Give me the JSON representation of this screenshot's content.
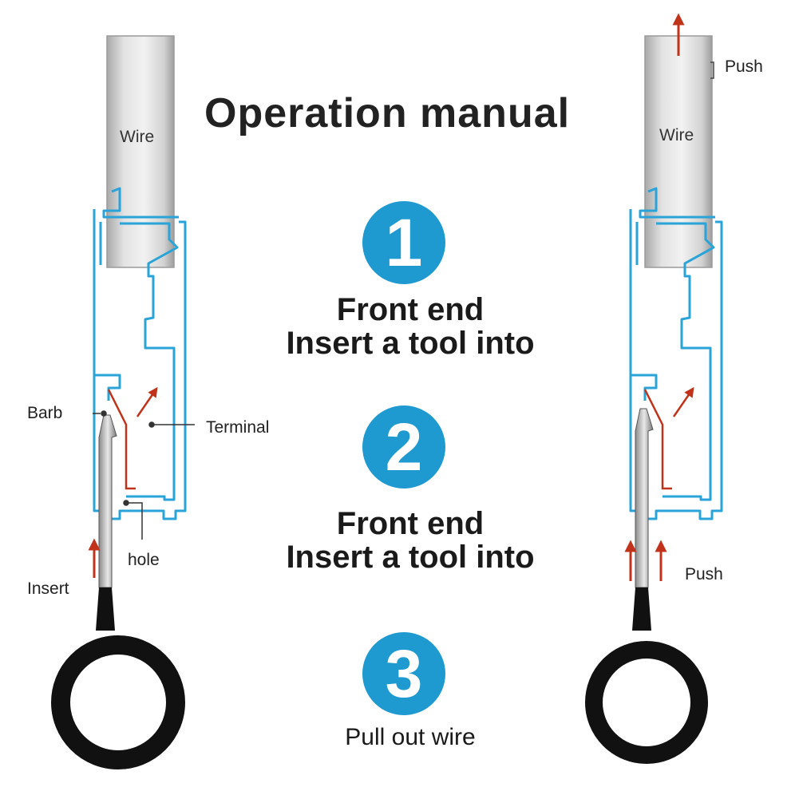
{
  "title": "Operation manual",
  "steps": [
    {
      "number": "1",
      "line1": "Front end",
      "line2": "Insert a tool into"
    },
    {
      "number": "2",
      "line1": "Front end",
      "line2": "Insert a tool into"
    },
    {
      "number": "3",
      "line1": "Pull out wire"
    }
  ],
  "left_diagram": {
    "wire": "Wire",
    "barb": "Barb",
    "terminal": "Terminal",
    "hole": "hole",
    "insert": "Insert"
  },
  "right_diagram": {
    "wire": "Wire",
    "push_top": "Push",
    "push_bottom": "Push"
  },
  "colors": {
    "badge": "#1e9ad0",
    "housing": "#29a3d8",
    "arrow": "#c0331a",
    "tool_handle": "#111111"
  }
}
